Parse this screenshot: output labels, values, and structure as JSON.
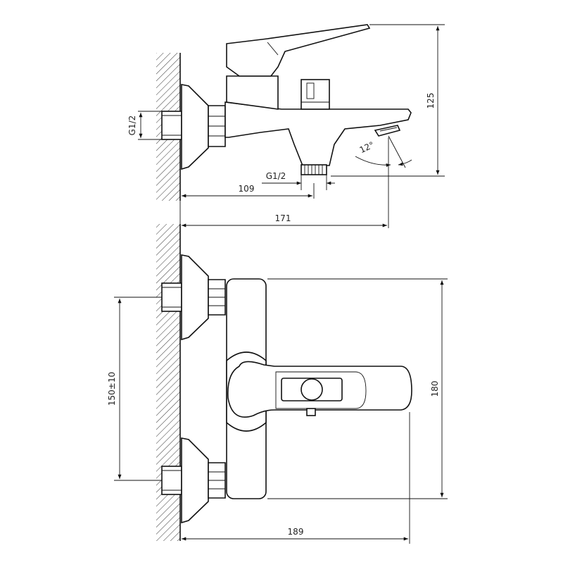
{
  "diagram": {
    "colors": {
      "line": "#111111",
      "hatch": "#444444",
      "background": "#ffffff"
    },
    "side_view": {
      "thread_inlet": "G1/2",
      "thread_outlet": "G1/2",
      "dim_height": "125",
      "dim_outlet_distance": "109",
      "dim_depth": "171",
      "spout_angle": "12°"
    },
    "top_view": {
      "dim_centers": "150±10",
      "dim_width": "180",
      "dim_depth": "189"
    }
  }
}
